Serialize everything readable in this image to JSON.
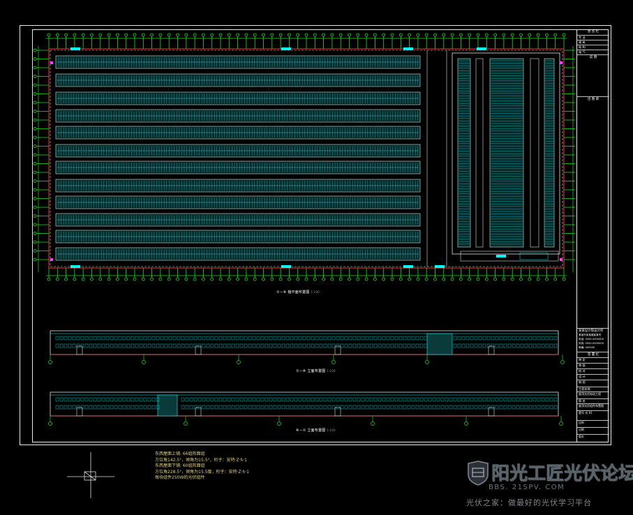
{
  "drawing": {
    "captions": {
      "plan": "①—⑥ 轴平面布置图",
      "plan_scale": "1:100",
      "elevation_1": "①—⑥ 立面布置图",
      "elevation_1_scale": "1:100",
      "elevation_2": "⑥—① 立面布置图",
      "elevation_2_scale": "1:100"
    },
    "notes": [
      "东西屋面上铺: 66组阵面组",
      "方位角142.5°，倾角为15.5°，桁子：安特·Z·h·1",
      "东西屋面下铺: 60组阵面组",
      "方位角228.5°，倾角为15.5度，桁子：安特·Z·h·1",
      "每块组件250W的光伏组件"
    ]
  },
  "title_block": {
    "header": "会 签 栏",
    "row_labels": [
      "专 业",
      "建 筑",
      "结 构",
      "电 气"
    ],
    "note_head": "说 明",
    "seal_label": "出 图 章",
    "institute": "某某设计院设计所",
    "address_lines": [
      "某某市某某路某某号",
      "电话: 0000-0000000",
      "传真: 0000-0000000",
      "邮编: 000000"
    ],
    "sign_head": "签 署 栏",
    "sign_rows": [
      "审 定",
      "审 核",
      "校 对",
      "设 计",
      "制 图"
    ],
    "project_label": "工程名称",
    "project_name": "屋顶光伏电站工程",
    "drawing_label": "图 名",
    "drawing_name": "屋顶光伏组件布置图",
    "drawing_no": "图号 光-01",
    "footer_cells": [
      "比例",
      "日期",
      "版次"
    ]
  },
  "watermark": {
    "title": "阳光工匠光伏论坛",
    "url": "BBS. 21SPV. COM",
    "slogan": "光伏之家：做最好的光伏学习平台"
  },
  "colors": {
    "background": "#000000",
    "frame": "#e8e8e8",
    "cad_green": "#20e020",
    "cad_cyan": "#00ffff",
    "cad_red": "#ff3030",
    "cad_magenta": "#ff40ff",
    "note_yellow": "#e0d27a"
  }
}
